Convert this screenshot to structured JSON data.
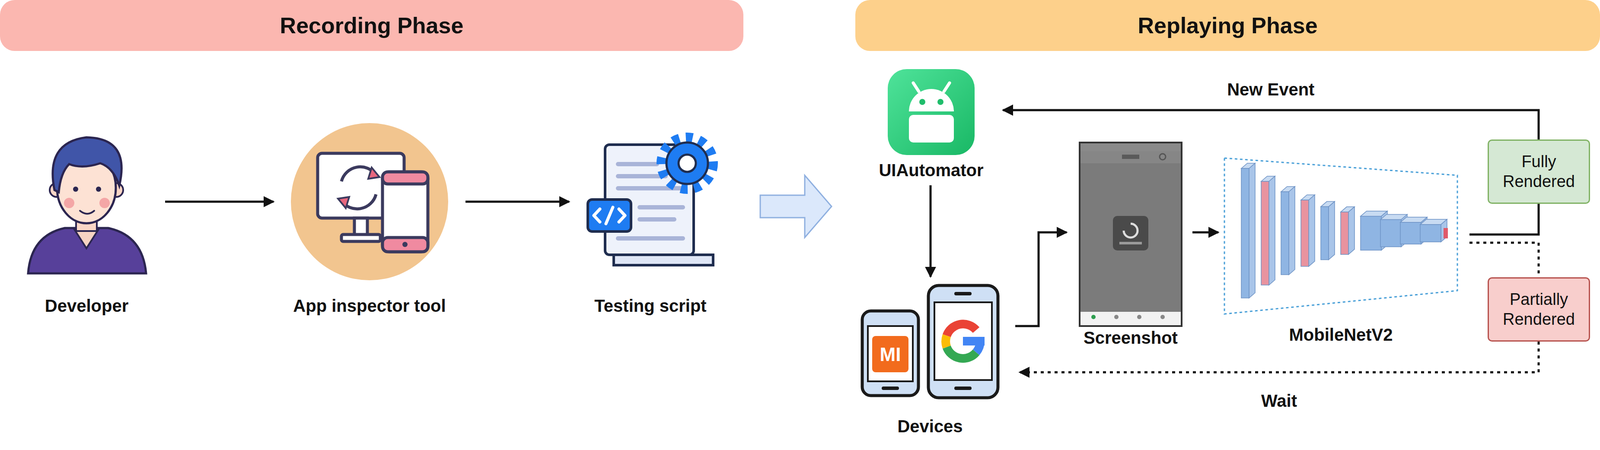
{
  "diagram": {
    "nodes": [
      {
        "text": [
          "Recording Phase"
        ]
      },
      {
        "text": [
          "Replaying Phase"
        ]
      },
      {
        "text": [
          "Developer"
        ]
      },
      {
        "text": [
          "App inspector tool"
        ]
      },
      {
        "text": [
          "Testing script"
        ]
      },
      {
        "text": [
          "UIAutomator"
        ]
      },
      {
        "text": [
          "Devices"
        ]
      },
      {
        "text": [
          "Screenshot"
        ]
      },
      {
        "text": [
          "MobileNetV2"
        ]
      },
      {
        "text": [
          "Fully Rendered"
        ]
      },
      {
        "text": [
          "Partially Rendered"
        ]
      }
    ],
    "edges": [
      {
        "from": 2,
        "to": 3,
        "arrow": "to"
      },
      {
        "from": 3,
        "to": 4,
        "arrow": "to"
      },
      {
        "from": 5,
        "to": 6,
        "arrow": "to"
      },
      {
        "from": 6,
        "to": 7,
        "arrow": "to"
      },
      {
        "from": 7,
        "to": 8,
        "arrow": "to"
      },
      {
        "from": 8,
        "to": 9,
        "arrow": "none"
      },
      {
        "from": 9,
        "to": 5,
        "label": "New Event",
        "arrow": "to"
      },
      {
        "from": 8,
        "to": 10,
        "arrow": "none"
      },
      {
        "from": 10,
        "to": 6,
        "label": "Wait",
        "arrow": "to"
      }
    ],
    "labels": [
      "MI"
    ]
  }
}
